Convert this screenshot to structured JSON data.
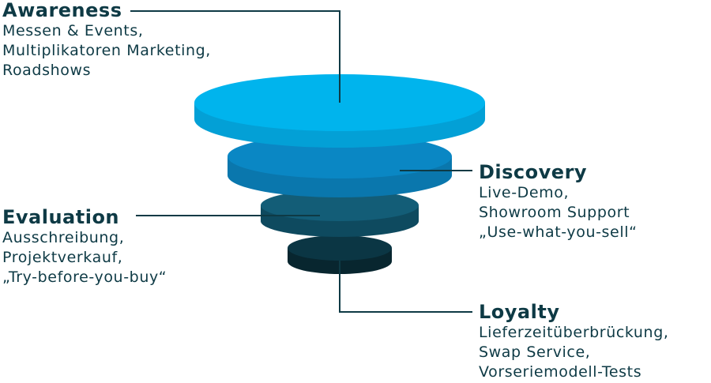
{
  "stages": [
    {
      "key": "awareness",
      "title": "Awareness",
      "items": [
        "Messen & Events,",
        "Multiplikatoren Marketing,",
        "Roadshows"
      ],
      "color": "#00b4ed"
    },
    {
      "key": "discovery",
      "title": "Discovery",
      "items": [
        "Live-Demo,",
        "Showroom Support",
        "„Use-what-you-sell“"
      ],
      "color": "#0a87c4"
    },
    {
      "key": "evaluation",
      "title": "Evaluation",
      "items": [
        "Ausschreibung,",
        "Projektverkauf,",
        "„Try-before-you-buy“"
      ],
      "color": "#135d77"
    },
    {
      "key": "loyalty",
      "title": "Loyalty",
      "items": [
        "Lieferzeitüberbrückung,",
        "Swap Service,",
        "Vorseriemodell-Tests"
      ],
      "color": "#0b3644"
    }
  ],
  "line_color": "#0e3a45"
}
